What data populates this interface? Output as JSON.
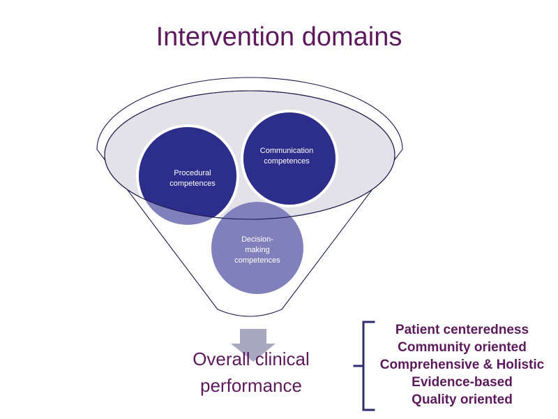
{
  "slide": {
    "title": "Intervention domains",
    "background_color": "#FFFFFF"
  },
  "colors": {
    "title_text": "#5C1A5C",
    "circle_dark_blue": "#2D2D8C",
    "circle_light_blue": "#8081BC",
    "funnel_fill": "#E2E2E8",
    "funnel_outline": "#1A1A4D",
    "arrow": "#A8A8C0",
    "bracket": "#2D2D6E",
    "circle_label_text": "#FFFFFF"
  },
  "funnel": {
    "name": "intervention-funnel",
    "domains": [
      {
        "id": "procedural",
        "label_line1": "Procedural",
        "label_line2": "competences",
        "label_line3": "",
        "shade": "split"
      },
      {
        "id": "communication",
        "label_line1": "Communication",
        "label_line2": "competences",
        "label_line3": "",
        "shade": "split"
      },
      {
        "id": "decision-making",
        "label_line1": "Decision-",
        "label_line2": "making",
        "label_line3": "competences",
        "shade": "light"
      }
    ]
  },
  "outcome": {
    "arrow_icon": "down-arrow-icon",
    "line1": "Overall clinical",
    "line2": "performance"
  },
  "principles": {
    "bracket_icon": "left-bracket-icon",
    "items": [
      "Patient centeredness",
      "Community oriented",
      "Comprehensive & Holistic",
      "Evidence-based",
      "Quality oriented"
    ]
  }
}
